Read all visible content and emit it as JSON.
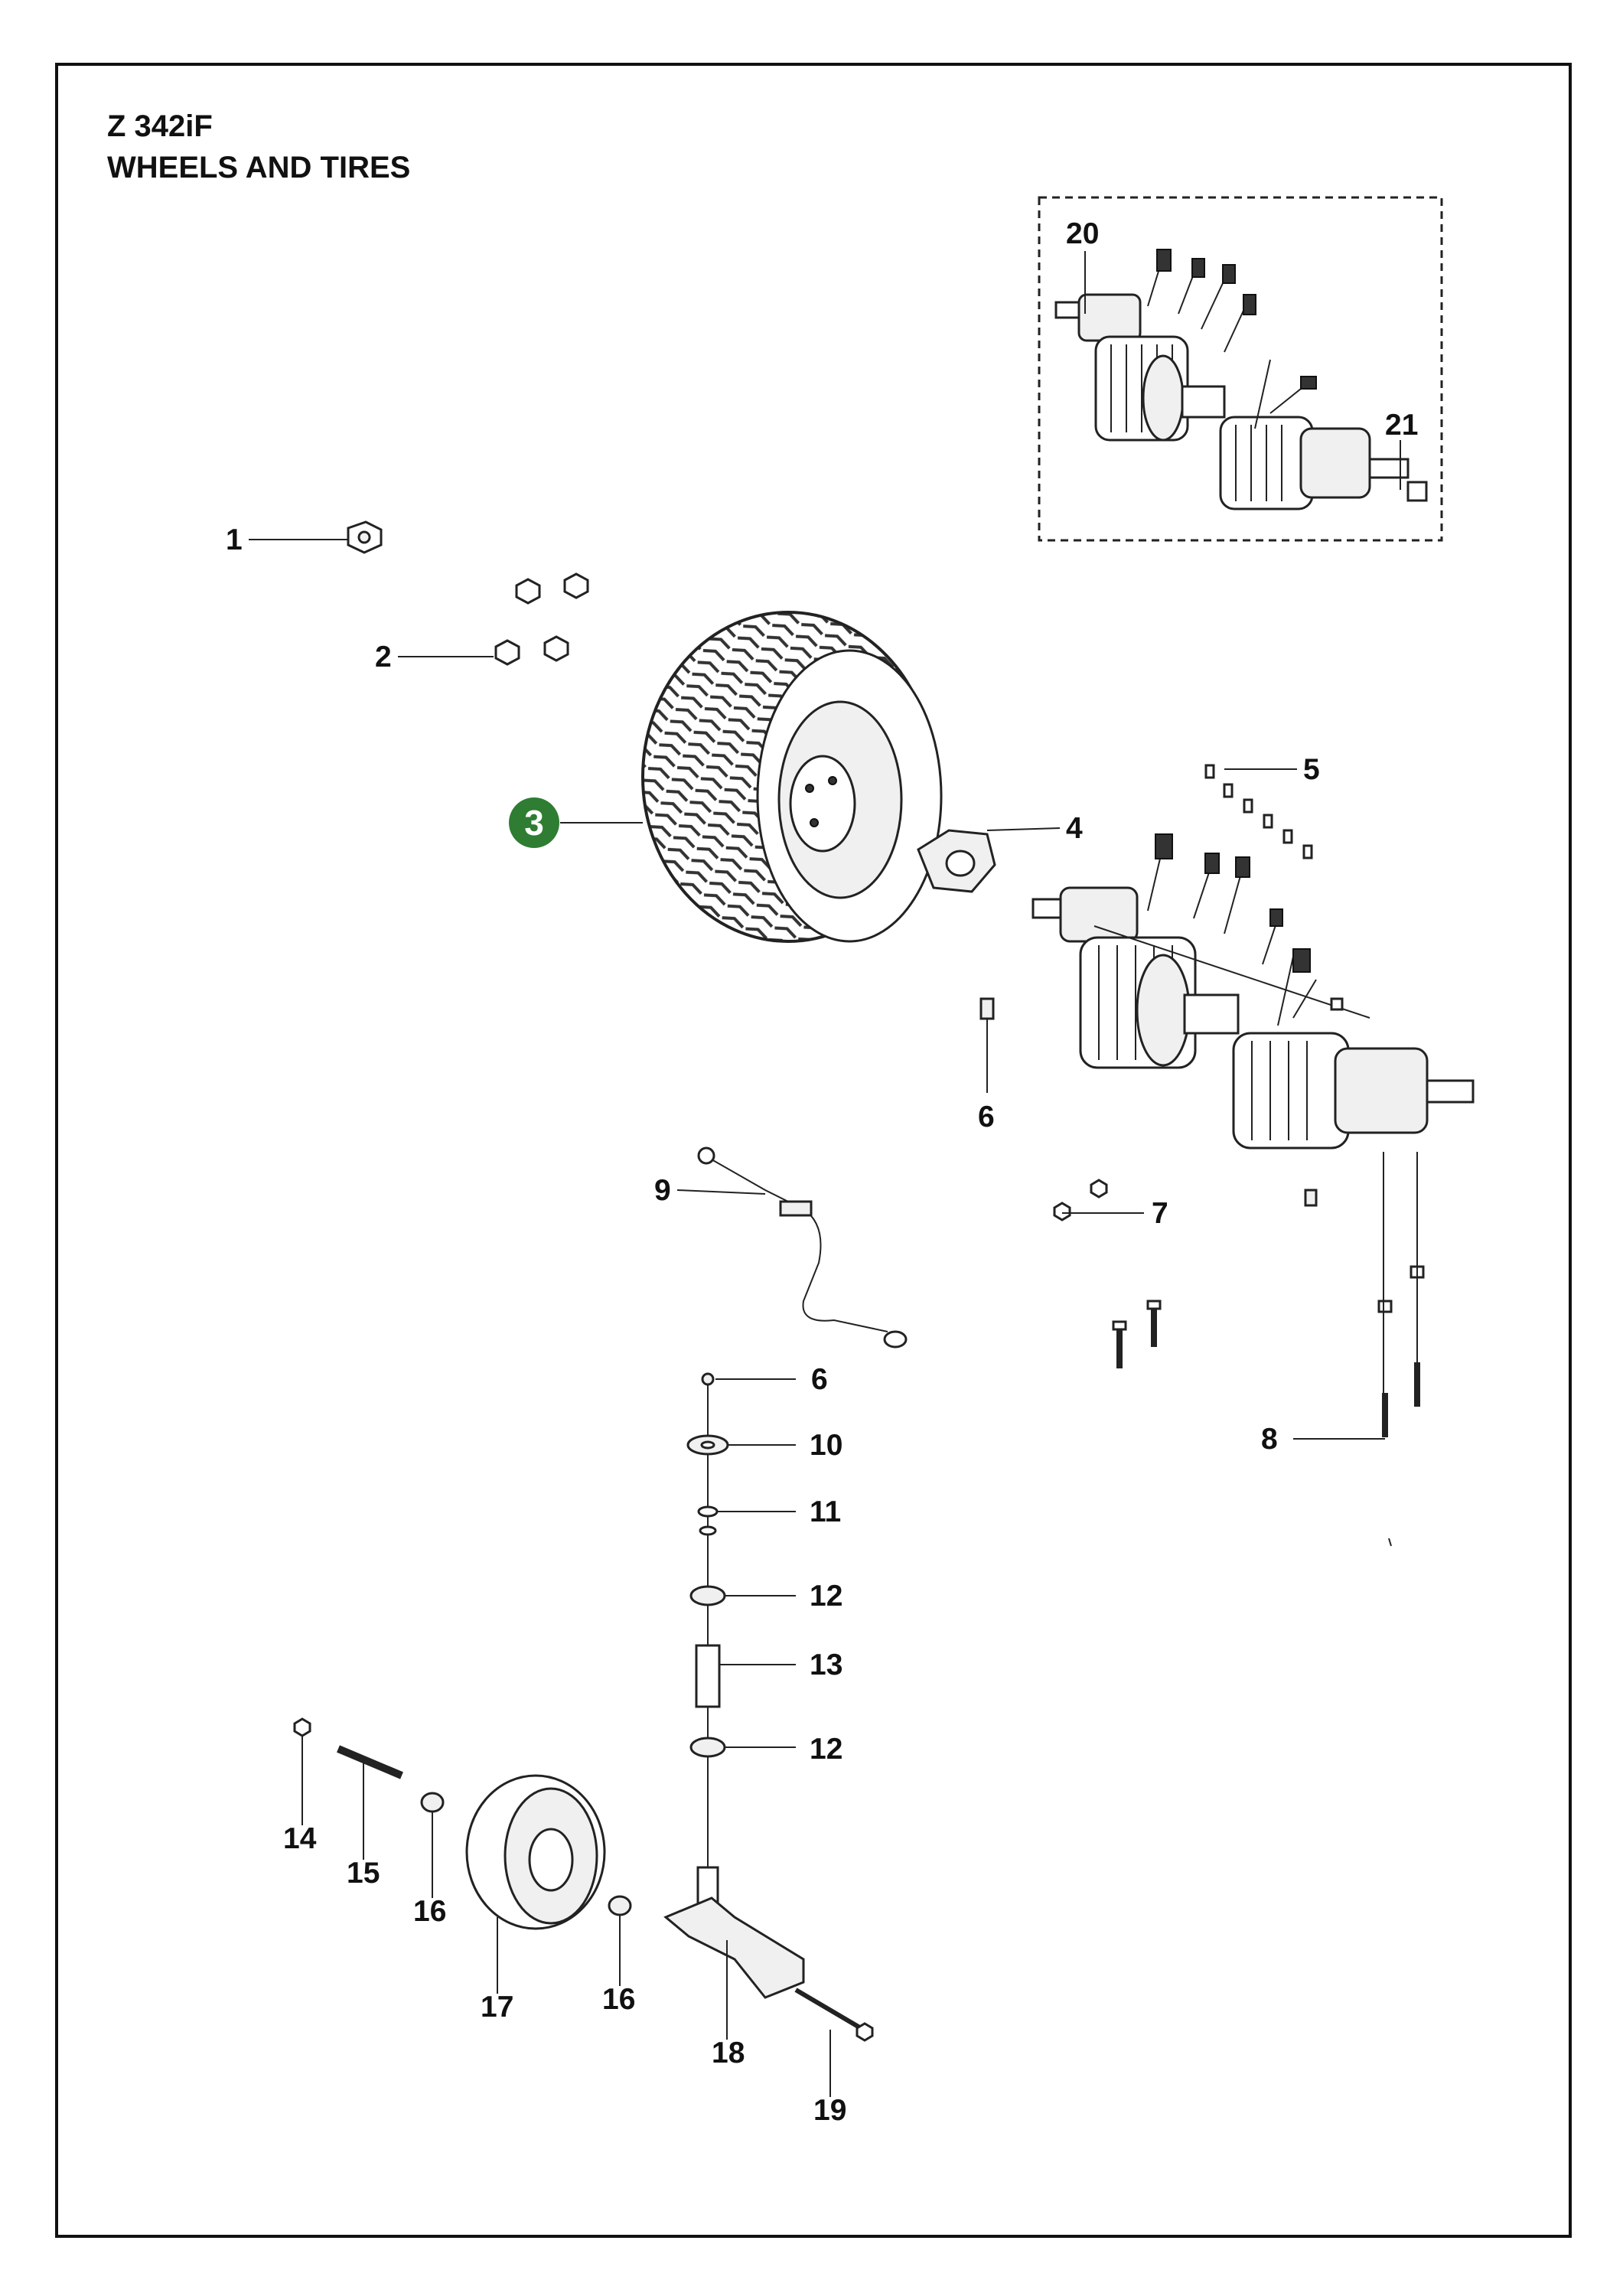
{
  "title": {
    "model": "Z 342iF",
    "section": "WHEELS AND TIRES"
  },
  "highlight_color": "#2e7d32",
  "callouts": [
    {
      "id": "c1",
      "label": "1"
    },
    {
      "id": "c2",
      "label": "2"
    },
    {
      "id": "c3",
      "label": "3",
      "highlighted": true
    },
    {
      "id": "c4",
      "label": "4"
    },
    {
      "id": "c5",
      "label": "5"
    },
    {
      "id": "c6a",
      "label": "6"
    },
    {
      "id": "c6b",
      "label": "6"
    },
    {
      "id": "c7",
      "label": "7"
    },
    {
      "id": "c8",
      "label": "8"
    },
    {
      "id": "c9",
      "label": "9"
    },
    {
      "id": "c10",
      "label": "10"
    },
    {
      "id": "c11",
      "label": "11"
    },
    {
      "id": "c12a",
      "label": "12"
    },
    {
      "id": "c12b",
      "label": "12"
    },
    {
      "id": "c13",
      "label": "13"
    },
    {
      "id": "c14",
      "label": "14"
    },
    {
      "id": "c15",
      "label": "15"
    },
    {
      "id": "c16a",
      "label": "16"
    },
    {
      "id": "c16b",
      "label": "16"
    },
    {
      "id": "c17",
      "label": "17"
    },
    {
      "id": "c18",
      "label": "18"
    },
    {
      "id": "c19",
      "label": "19"
    },
    {
      "id": "c20",
      "label": "20"
    },
    {
      "id": "c21",
      "label": "21"
    }
  ]
}
